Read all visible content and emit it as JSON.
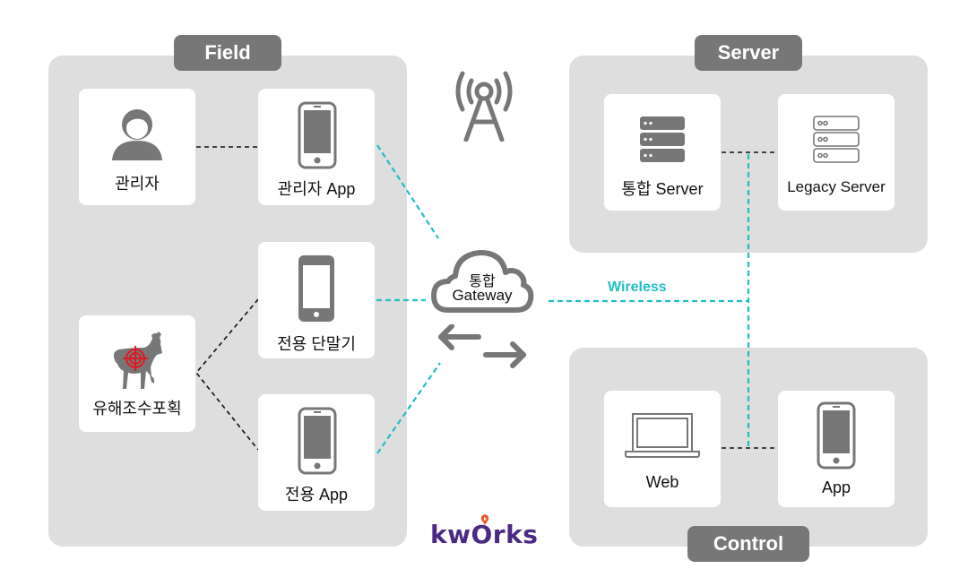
{
  "groups": {
    "field": {
      "label": "Field"
    },
    "server": {
      "label": "Server"
    },
    "control": {
      "label": "Control"
    }
  },
  "nodes": {
    "manager": {
      "label": "관리자",
      "icon": "person-icon"
    },
    "manager_app": {
      "label": "관리자 App",
      "icon": "smartphone-icon"
    },
    "dedicated_terminal": {
      "label": "전용 단말기",
      "icon": "terminal-device-icon"
    },
    "dedicated_app": {
      "label": "전용 App",
      "icon": "smartphone-icon"
    },
    "wildlife_capture": {
      "label": "유해조수포획",
      "icon": "deer-target-icon"
    },
    "integrated_server": {
      "label": "통합 Server",
      "icon": "server-stack-icon"
    },
    "legacy_server": {
      "label": "Legacy Server",
      "icon": "server-outline-icon"
    },
    "web": {
      "label": "Web",
      "icon": "laptop-icon"
    },
    "control_app": {
      "label": "App",
      "icon": "smartphone-icon"
    }
  },
  "gateway": {
    "line1": "통합",
    "line2": "Gateway",
    "icon": "cloud-icon"
  },
  "antenna": {
    "icon": "antenna-tower-icon"
  },
  "connections": {
    "wireless_label": "Wireless"
  },
  "logo": {
    "text": "kwOrks"
  },
  "colors": {
    "panel": "#dedede",
    "tag": "#777777",
    "icon_gray": "#777777",
    "wireless": "#20bfc4",
    "logo": "#4b2a85",
    "logo_pin": "#ee5a2a",
    "target": "#e8121c"
  }
}
